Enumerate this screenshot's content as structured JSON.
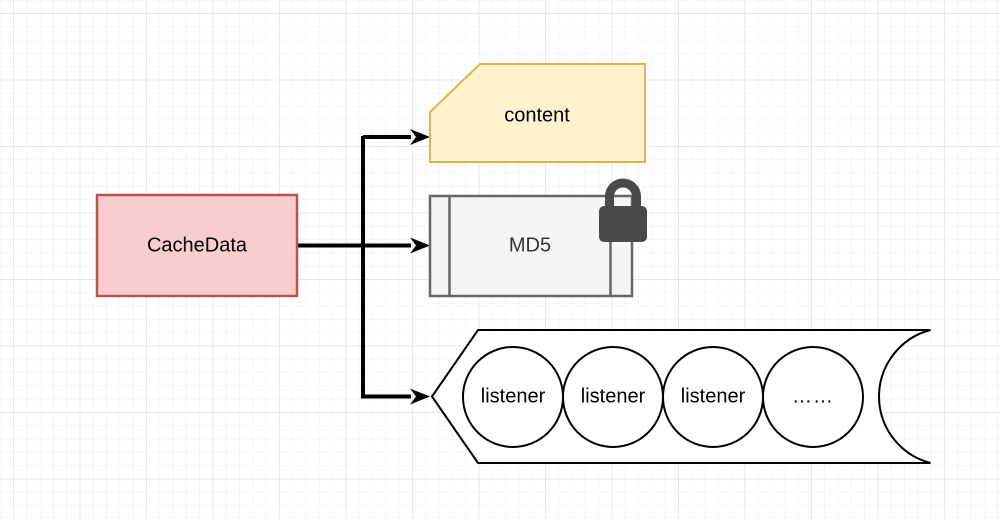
{
  "canvas": {
    "background": "#ffffff",
    "grid_minor_color": "#f5f5f5",
    "grid_major_color": "#e8e8e8"
  },
  "nodes": {
    "cache_data": {
      "label": "CacheData",
      "fill": "#f8cecc",
      "stroke": "#b85450"
    },
    "content": {
      "label": "content",
      "fill": "#fff2cc",
      "stroke": "#d6b656"
    },
    "md5": {
      "label": "MD5",
      "fill": "#f5f5f5",
      "stroke": "#666666",
      "text_color": "#333333"
    },
    "listener_queue": {
      "fill": "#ffffff",
      "stroke": "#000000",
      "items": [
        "listener",
        "listener",
        "listener",
        "……"
      ]
    }
  },
  "icons": {
    "lock": {
      "color": "#4a4a4a"
    }
  },
  "connectors": {
    "color": "#000000",
    "from": "CacheData",
    "targets": [
      "content",
      "MD5",
      "listener queue"
    ]
  }
}
